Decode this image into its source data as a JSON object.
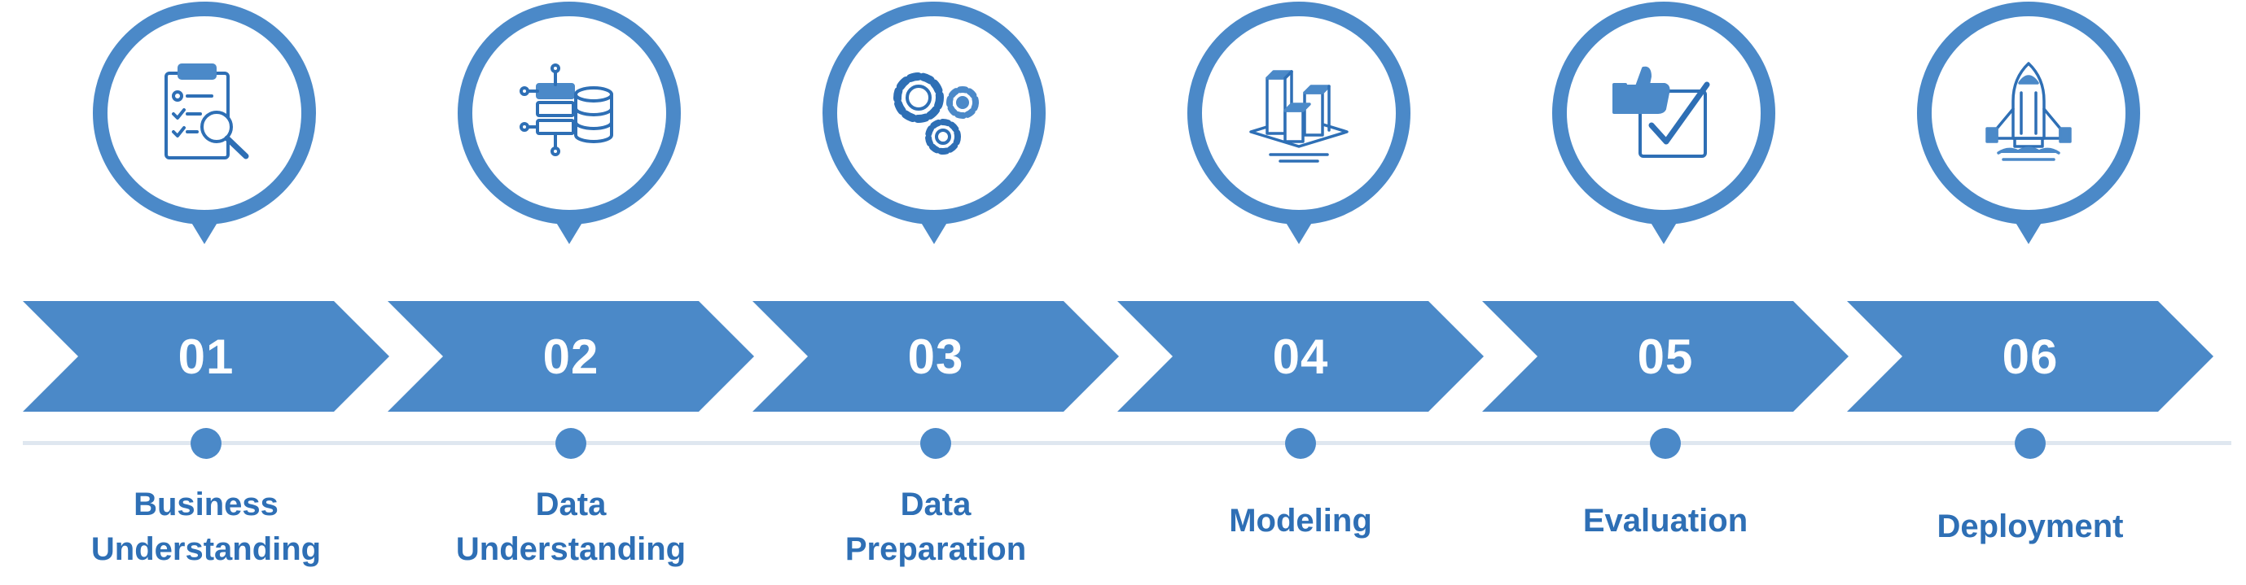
{
  "colors": {
    "primary": "#4b89c8",
    "label": "#2e6fb5",
    "line": "#dfe7f0"
  },
  "steps": [
    {
      "number": "01",
      "label_lines": [
        "Business",
        "Understanding"
      ],
      "icon": "clipboard-search-icon"
    },
    {
      "number": "02",
      "label_lines": [
        "Data",
        "Understanding"
      ],
      "icon": "server-database-icon"
    },
    {
      "number": "03",
      "label_lines": [
        "Data",
        "Preparation"
      ],
      "icon": "gears-icon"
    },
    {
      "number": "04",
      "label_lines": [
        "Modeling"
      ],
      "icon": "3d-bar-model-icon"
    },
    {
      "number": "05",
      "label_lines": [
        "Evaluation"
      ],
      "icon": "thumbs-up-check-icon"
    },
    {
      "number": "06",
      "label_lines": [
        "Deployment"
      ],
      "icon": "rocket-launch-icon"
    }
  ]
}
